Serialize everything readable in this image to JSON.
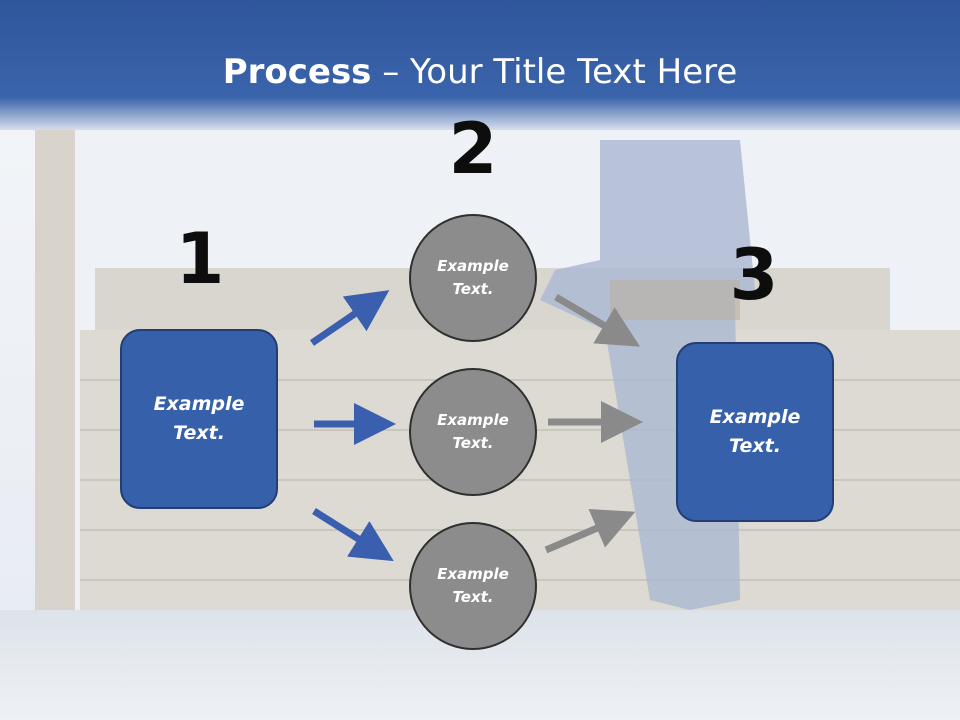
{
  "slide": {
    "title_strong": "Process",
    "title_rest": " – Your Title Text Here"
  },
  "steps": {
    "one": {
      "number": "1",
      "box_text": "Example\nText."
    },
    "two": {
      "number": "2"
    },
    "three": {
      "number": "3",
      "box_text": "Example\nText."
    }
  },
  "circles": [
    {
      "text": "Example\nText."
    },
    {
      "text": "Example\nText."
    },
    {
      "text": "Example\nText."
    }
  ],
  "colors": {
    "title_band": "#3a63a8",
    "box_fill": "#3660a9",
    "circle_fill": "#8c8c8c",
    "blue_arrow": "#3a5fae",
    "gray_arrow": "#8a8a8a"
  }
}
